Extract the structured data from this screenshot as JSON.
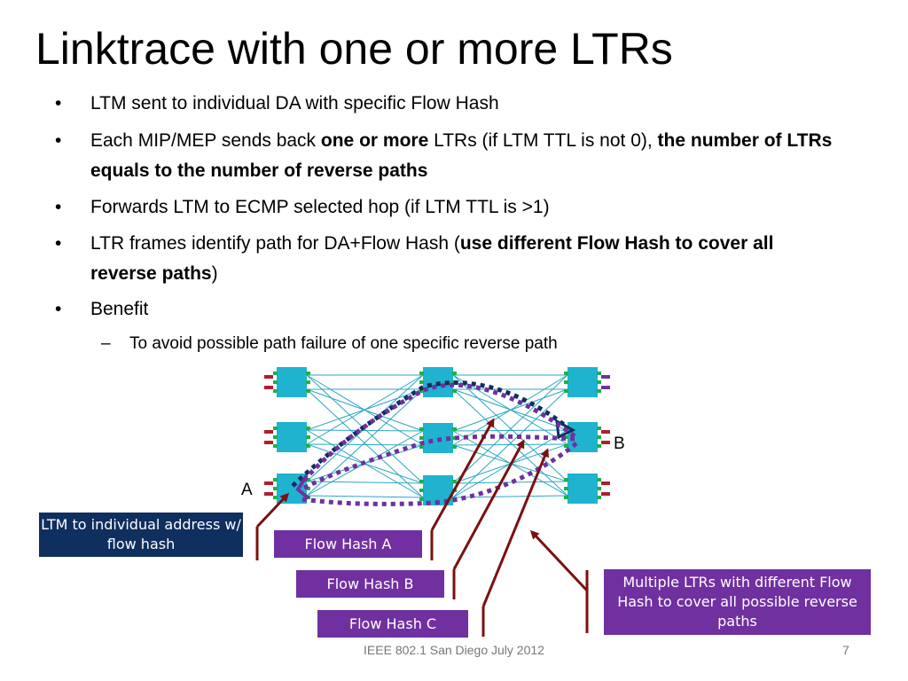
{
  "slide": {
    "title": "Linktrace with one or more LTRs",
    "bullets": [
      {
        "bullet": "•",
        "runs": [
          {
            "t": "LTM sent to individual DA with specific Flow Hash",
            "b": false
          }
        ]
      },
      {
        "bullet": "•",
        "runs": [
          {
            "t": "Each MIP/MEP sends back ",
            "b": false
          },
          {
            "t": "one or more",
            "b": true
          },
          {
            "t": " LTRs (if LTM TTL is not 0), ",
            "b": false
          },
          {
            "t": "the number of LTRs equals to the number of reverse paths",
            "b": true
          }
        ]
      },
      {
        "bullet": "•",
        "runs": [
          {
            "t": "Forwards LTM to ECMP selected hop (if LTM TTL is >1)",
            "b": false
          }
        ]
      },
      {
        "bullet": "•",
        "runs": [
          {
            "t": "LTR frames identify path for DA+Flow Hash (",
            "b": false
          },
          {
            "t": "use different Flow Hash to cover all reverse paths",
            "b": true
          },
          {
            "t": ")",
            "b": false
          }
        ]
      },
      {
        "bullet": "•",
        "runs": [
          {
            "t": "Benefit",
            "b": false
          }
        ]
      }
    ],
    "sub_bullet": {
      "bullet": "–",
      "text": "To avoid possible path failure of one specific reverse path"
    }
  },
  "diagram": {
    "node_a_label": "A",
    "node_b_label": "B",
    "callouts": {
      "ltm": "LTM to individual address w/ flow hash",
      "flow_a": "Flow Hash A",
      "flow_b": "Flow Hash B",
      "flow_c": "Flow Hash C",
      "multi": "Multiple LTRs with different Flow Hash to cover all possible reverse paths"
    }
  },
  "colors": {
    "switch": "#1fb3cf",
    "link": "#2aa6c4",
    "port_green": "#19b24b",
    "port_red": "#b01e2e",
    "port_purple": "#7030a0",
    "ltm_path": "#0f2f5f",
    "ltr_path": "#7030a0",
    "arrow": "#7b1010",
    "navy_box": "#0f2f5f",
    "purple_box": "#7030a0"
  },
  "footer": {
    "text": "IEEE 802.1 San Diego July 2012",
    "page_number": "7"
  }
}
